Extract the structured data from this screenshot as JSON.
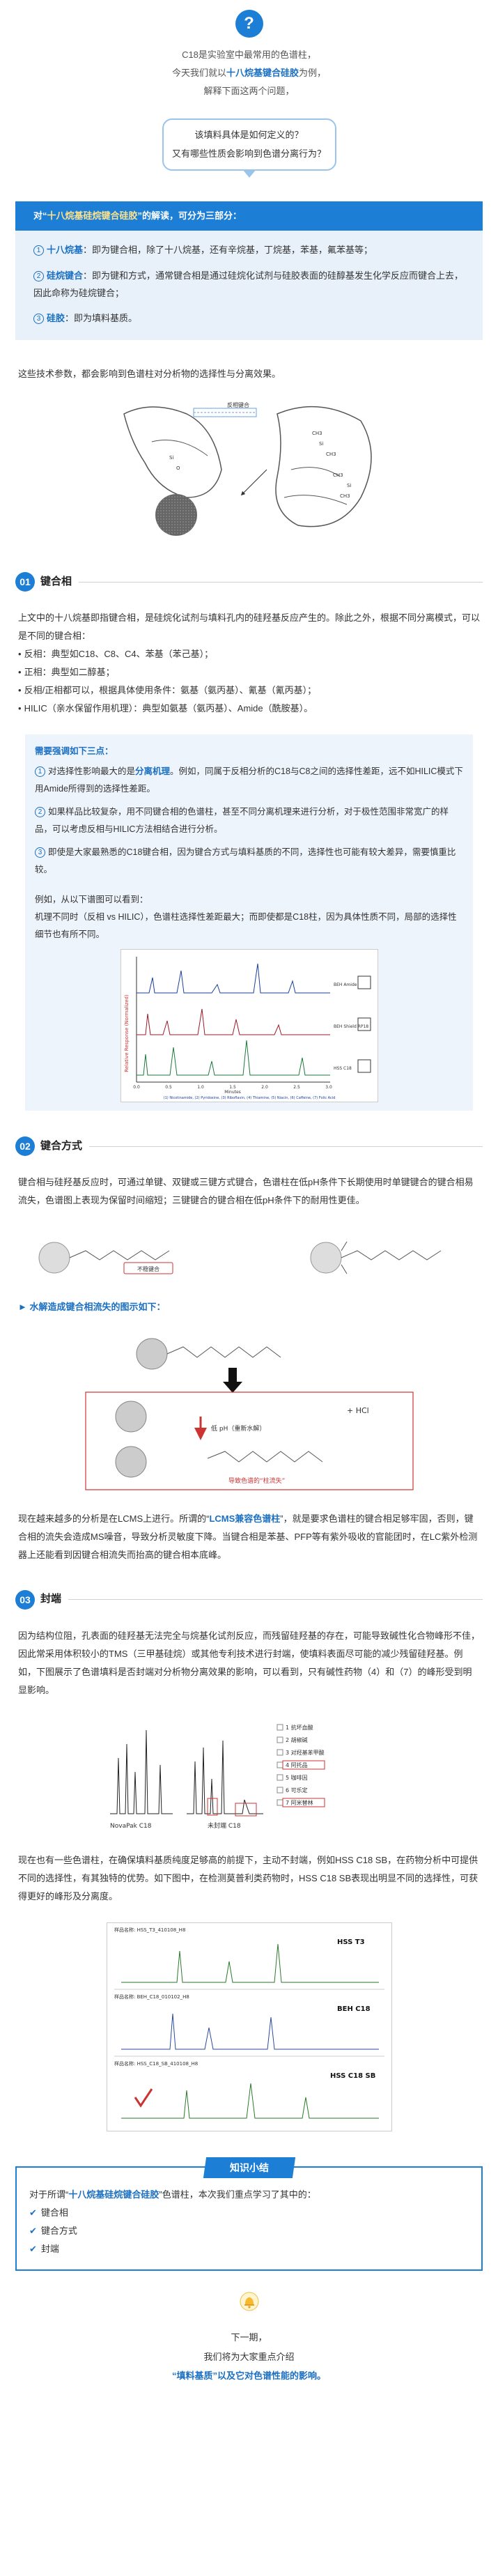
{
  "intro": {
    "icon": "question-mark-icon",
    "line1": "C18是实验室中最常用的色谱柱，",
    "line2_pre": "今天我们就以",
    "line2_hl": "十八烷基键合硅胶",
    "line2_post": "为例，",
    "line3": "解释下面这两个问题，",
    "q1": "该填料具体是如何定义的？",
    "q2": "又有哪些性质会影响到色谱分离行为？"
  },
  "summary": {
    "head_pre": "对“",
    "head_hl": "十八烷基硅烷键合硅胶",
    "head_post": "”的解读，可分为三部分：",
    "items": [
      {
        "num": "1",
        "key": "十八烷基",
        "text": "：即为键合相，除了十八烷基，还有辛烷基，丁烷基，苯基，氟苯基等；"
      },
      {
        "num": "2",
        "key": "硅烷键合",
        "text": "：即为键和方式，通常键合相是通过硅烷化试剂与硅胶表面的硅醇基发生化学反应而键合上去，因此命称为硅烷键合；"
      },
      {
        "num": "3",
        "key": "硅胶",
        "text": "：即为填料基质。"
      }
    ]
  },
  "lead_para": "这些技术参数，都会影响到色谱柱对分析物的选择性与分离效果。",
  "fig1": {
    "label": "反相键合"
  },
  "sec1": {
    "num": "01",
    "title": "键合相",
    "para": "上文中的十八烷基即指键合相，是硅烷化试剂与填料孔内的硅羟基反应产生的。除此之外，根据不同分离模式，可以是不同的键合相：",
    "list": [
      "反相：典型如C18、C8、C4、苯基（苯己基）；",
      "正相：典型如二醇基；",
      "反相/正相都可以，根据具体使用条件：氨基（氨丙基）、氰基（氰丙基）；",
      "HILIC（亲水保留作用机理）：典型如氨基（氨丙基）、Amide（酰胺基）。"
    ],
    "attn_head": "需要强调如下三点：",
    "attn_points": [
      {
        "num": "1",
        "pre": "对选择性影响最大的是",
        "hl": "分离机理",
        "post": "。例如，同属于反相分析的C18与C8之间的选择性差距，远不如HILIC模式下用Amide所得到的选择性差距。"
      },
      {
        "num": "2",
        "pre": "",
        "hl": "",
        "post": "如果样品比较复杂，用不同键合相的色谱柱，甚至不同分离机理来进行分析，对于极性范围非常宽广的样品，可以考虑反相与HILIC方法相结合进行分析。"
      },
      {
        "num": "3",
        "pre": "",
        "hl": "",
        "post": "即使是大家最熟悉的C18键合相，因为键合方式与填料基质的不同，选择性也可能有较大差异，需要慎重比较。"
      }
    ],
    "example1": "例如，从以下谱图可以看到：",
    "example2": "机理不同时（反相 vs HILIC），色谱柱选择性差距最大；而即使都是C18柱，因为具体性质不同，局部的选择性细节也有所不同。"
  },
  "chart1": {
    "ylabel": "Relative Response (Normalized)",
    "xlabel": "Minutes",
    "traces": [
      "BEH Amide",
      "BEH Shield RP18",
      "HSS C18"
    ],
    "peaks_caption": "(1) Nicotinamide, (2) Pyridoxine, (3) Riboflavin, (4) Thiamine, (5) Niacin, (6) Caffeine, (7) Folic Acid",
    "ticks": [
      "0.0",
      "0.5",
      "1.0",
      "1.5",
      "2.0",
      "2.5",
      "3.0"
    ]
  },
  "sec2": {
    "num": "02",
    "title": "键合方式",
    "para": "键合相与硅羟基反应时，可通过单键、双键或三键方式键合，色谱柱在低pH条件下长期使用时单键键合的键合相易流失，色谱图上表现为保留时间缩短；三键键合的键合相在低pH条件下的耐用性更佳。",
    "fig_label": "不稳键合",
    "sub": "► 水解造成键合相流失的图示如下：",
    "low_ph": "低 pH（重新水解）",
    "hcl": "+ HCl",
    "loss": "导致色谱的“柱流失”",
    "para2_pre": "现在越来越多的分析是在LCMS上进行。所谓的“",
    "para2_hl": "LCMS兼容色谱柱",
    "para2_post": "”，就是要求色谱柱的键合相足够牢固，否则，键合相的流失会造成MS噪音，导致分析灵敏度下降。当键合相是苯基、PFP等有紫外吸收的官能团时，在LC紫外检测器上还能看到因键合相流失而抬高的键合相本底峰。"
  },
  "sec3": {
    "num": "03",
    "title": "封端",
    "para": "因为结构位阻，孔表面的硅羟基无法完全与烷基化试剂反应，而残留硅羟基的存在，可能导致碱性化合物峰形不佳，因此常采用体积较小的TMS（三甲基硅烷）或其他专利技术进行封端，使填料表面尽可能的减少残留硅羟基。例如，下图展示了色谱填料是否封端对分析物分离效果的影响，可以看到，只有碱性药物（4）和（7）的峰形受到明显影响。",
    "legend": [
      "1 抗坏血酸",
      "2 胡椒碱",
      "3 对羟基苯甲酸",
      "4 阿托品",
      "5 咖啡因",
      "6 可乐定",
      "7 阿米替林"
    ],
    "label_left": "NovaPak C18",
    "label_right": "未封端 C18",
    "para2": "现在也有一些色谱柱，在确保填料基质纯度足够高的前提下，主动不封端，例如HSS C18 SB，在药物分析中可提供不同的选择性，有其独特的优势。如下图中，在检测莫普利类药物时，HSS C18 SB表现出明显不同的选择性，可获得更好的峰形及分离度。",
    "chart_titles": [
      "HSS T3",
      "BEH C18",
      "HSS C18 SB"
    ],
    "file_labels": [
      "样品名称: HSS_T3_410108_H8",
      "样品名称: BEH_C18_010102_H8",
      "样品名称: HSS_C18_SB_410108_H8"
    ]
  },
  "knowledge": {
    "tag": "知识小结",
    "intro_pre": "对于所谓“",
    "intro_hl": "十八烷基硅烷键合硅胶",
    "intro_post": "”色谱柱，本次我们重点学习了其中的：",
    "items": [
      "键合相",
      "键合方式",
      "封端"
    ]
  },
  "footer": {
    "next": "下一期，",
    "line2": "我们将为大家重点介绍",
    "line3": "“填料基质”以及它对色谱性能的影响。"
  }
}
